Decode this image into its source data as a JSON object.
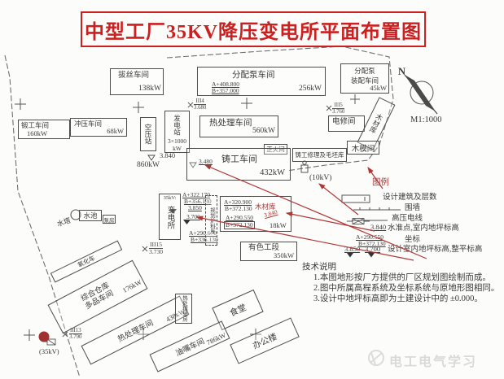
{
  "title": "中型工厂35KV降压变电所平面布置图",
  "compass": {
    "north": "N",
    "scale": "M1:1000"
  },
  "watermark": "电工电气学习",
  "buildings": {
    "basi": {
      "name": "拔丝车间",
      "power": "138kW"
    },
    "duangong": {
      "name": "锻工车间",
      "power": "160kW"
    },
    "chongya": {
      "name": "冲压车间",
      "power": "68kW"
    },
    "kongya": {
      "name": "空压站",
      "power": "860kW",
      "elev": "3.840"
    },
    "fadian": {
      "name": "发电站",
      "spec": "3×1000",
      "unit": "kW"
    },
    "fenpei": {
      "name": "分配泵车间",
      "a": "A+408.800",
      "b": "B+357.000",
      "power": "256kW"
    },
    "zhuangpei": {
      "line1": "分配泵",
      "line2": "装配车间",
      "power": "45kW"
    },
    "dianxiu": {
      "name": "电修间"
    },
    "mucaiku": {
      "name": "木材库"
    },
    "mumojian": {
      "name": "木模间"
    },
    "rechuli1": {
      "name": "热处理车间",
      "power": "560kW"
    },
    "zhenghuo": {
      "name": "正火间"
    },
    "zhuxiu": {
      "name": "铸工修理及毛坯库"
    },
    "zhugong": {
      "name": "铸工车间",
      "power": "432kW",
      "elev": "3.480"
    },
    "kv10": "(10kV)",
    "biandian": {
      "kv": "35kV:",
      "name": "变电所",
      "a1": "A+322.170",
      "b1": "B+356.130",
      "e1": "3.850",
      "e2": "3.700",
      "a2": "A+290.670",
      "b2": "B+336.130"
    },
    "guihua": {
      "name": "规划炉料库"
    },
    "cailiao": {
      "a1": "A+320.900",
      "b1": "B+372.130",
      "red_label": "木材库",
      "a2": "A+290.550",
      "b2": "B+372.130",
      "elev": "3.840",
      "power": "18kW"
    },
    "youse": {
      "name": "有色工段",
      "power": "350kW"
    },
    "shuita": {
      "name": "水塔"
    },
    "shuichi": {
      "name": "水池"
    },
    "bengfang": {
      "name": "泵房"
    },
    "yanghua": {
      "name": "氧化车"
    },
    "zonghe": {
      "line1": "综合仓库",
      "line2": "多品车间",
      "power": "176kW"
    },
    "rechuli2": {
      "name": "热处理车间",
      "power": "438kW"
    },
    "rechulifu": {
      "name": "热处理辅房"
    },
    "shitang": {
      "name": "食堂"
    },
    "youzui": {
      "name": "油嘴车间",
      "power": "786kW"
    },
    "bangong": {
      "name": "办公楼"
    },
    "kv35": "(35kV)"
  },
  "markers": {
    "m4": {
      "id": "III4",
      "val": "3.680"
    },
    "m5": {
      "id": "III5",
      "val": "3.760"
    },
    "m13": {
      "id": "III13",
      "val": "3.790"
    },
    "m15": {
      "id": "III15",
      "val": "3.730"
    }
  },
  "legend": {
    "title": "图例",
    "building": "设计建筑及层数",
    "wall": "围墙",
    "hv_line": "高压电线",
    "benchmark_val": "3.840",
    "benchmark": "水准点,室内地坪标高",
    "coord_a": "A+290.550",
    "coord_b": "B+372.130",
    "coord": "坐标",
    "elev_v1": "3.850",
    "elev_v2": "3.700",
    "elev": "设计室内地坪标高,整平标高"
  },
  "notes": {
    "title": "技术说明",
    "n1": "1.本图地形按厂方提供的厂区规划图绘制而成。",
    "n2": "2.图中所属高程系统及坐标系统与原地形图相同。",
    "n3": "3.设计中地坪标高即为土建设计中的 ±0.000。"
  }
}
